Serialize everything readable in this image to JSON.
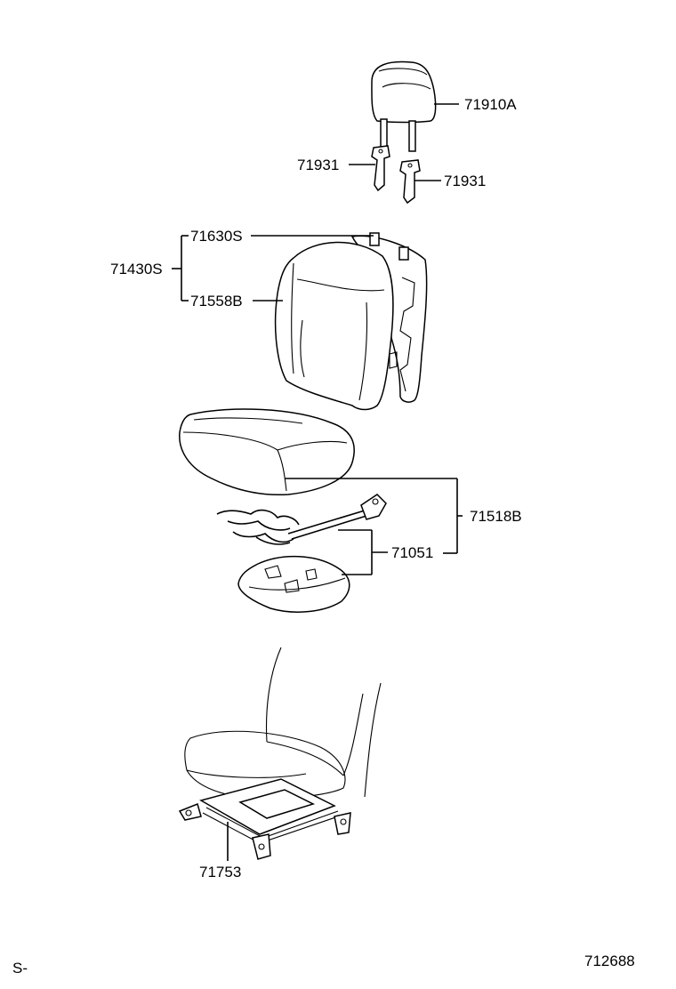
{
  "labels": {
    "headrest": "71910A",
    "support_left": "71931",
    "support_right": "71931",
    "bracket_group": "71430S",
    "back_frame": "71630S",
    "back_cover": "71558B",
    "cushion_group": "71518B",
    "cushion_parts": "71051",
    "adjuster": "71753"
  },
  "footer": {
    "left": "S-",
    "right": "712688"
  }
}
